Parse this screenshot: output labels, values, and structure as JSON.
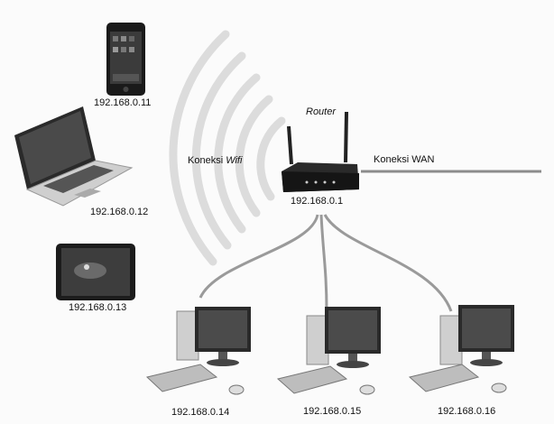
{
  "devices": {
    "phone": {
      "ip": "192.168.0.11"
    },
    "laptop": {
      "ip": "192.168.0.12"
    },
    "tablet": {
      "ip": "192.168.0.13"
    },
    "router": {
      "title": "Router",
      "ip": "192.168.0.1"
    },
    "pc1": {
      "ip": "192.168.0.14"
    },
    "pc2": {
      "ip": "192.168.0.15"
    },
    "pc3": {
      "ip": "192.168.0.16"
    }
  },
  "labels": {
    "wifi_prefix": "Koneksi ",
    "wifi_word": "Wifi",
    "wan": "Koneksi WAN"
  },
  "colors": {
    "arc": "#dcdcdc",
    "cable": "#9a9a9a",
    "wan_line": "#8c8c8c"
  }
}
